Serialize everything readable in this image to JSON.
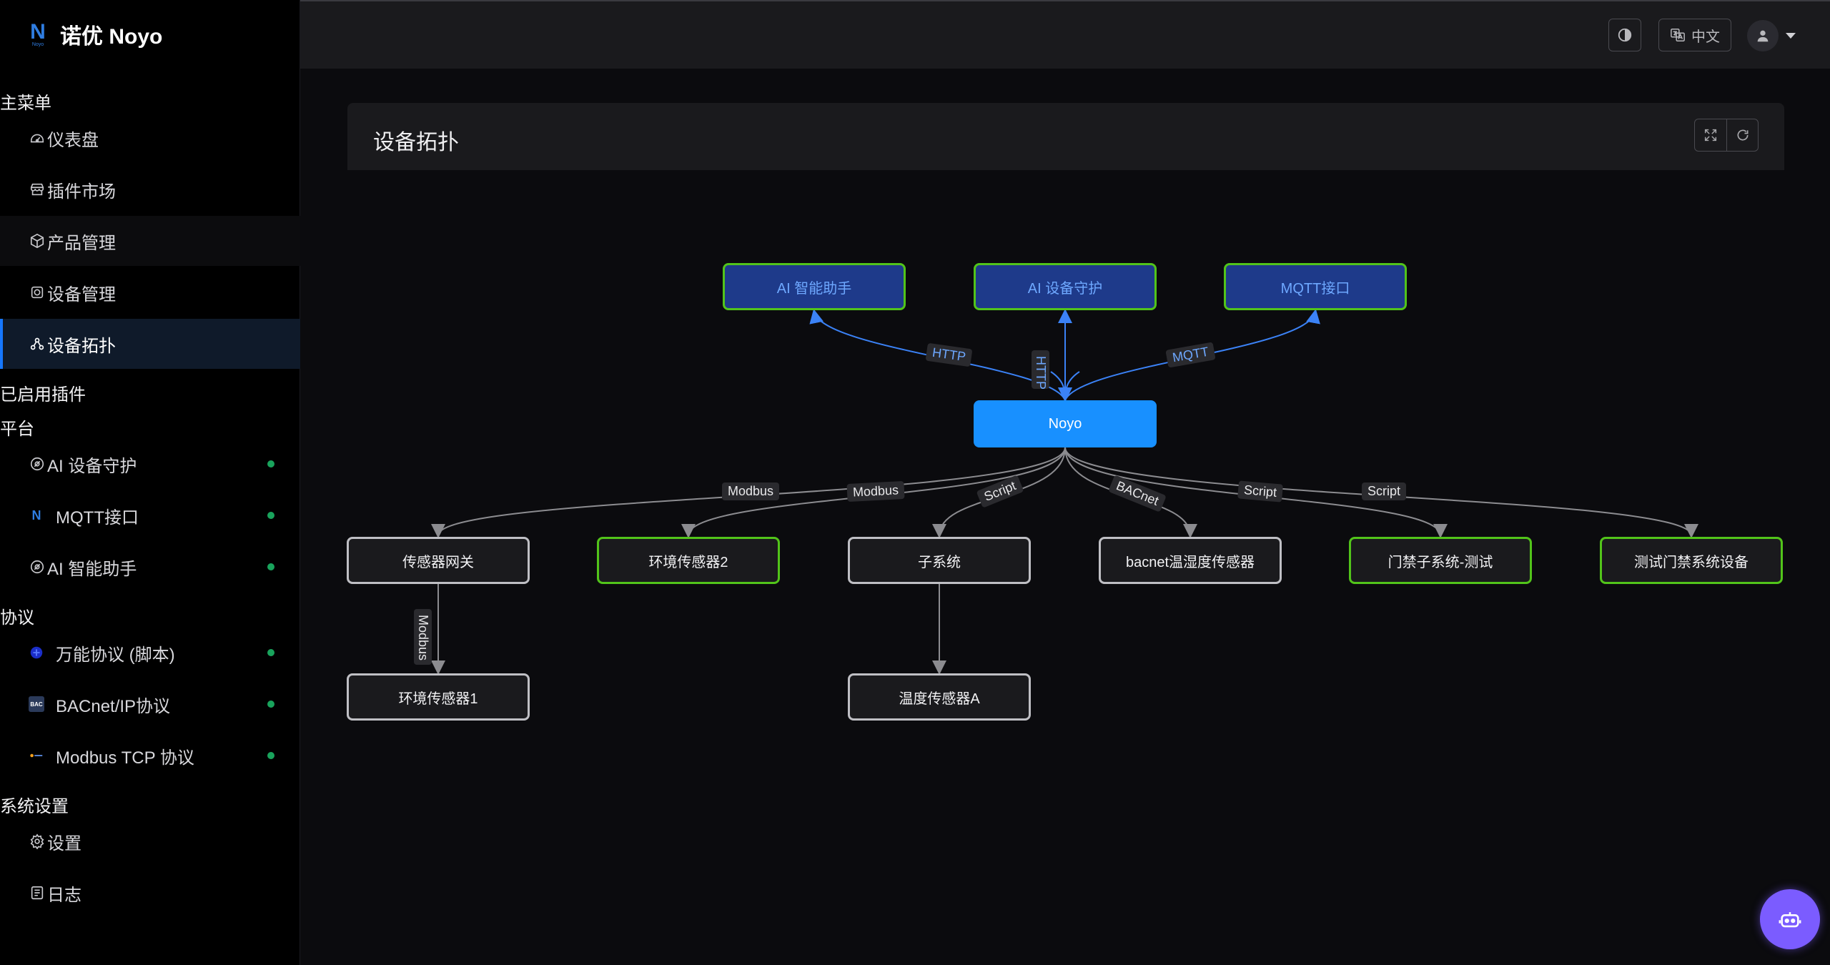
{
  "brand": {
    "logo_letter": "N",
    "logo_text": "Noyo",
    "name": "诺优 Noyo"
  },
  "sidebar": {
    "main_title": "主菜单",
    "main_items": [
      {
        "label": "仪表盘",
        "icon": "dashboard-icon"
      },
      {
        "label": "插件市场",
        "icon": "store-icon"
      },
      {
        "label": "产品管理",
        "icon": "box-icon"
      },
      {
        "label": "设备管理",
        "icon": "device-icon"
      },
      {
        "label": "设备拓扑",
        "icon": "topology-icon",
        "active": true
      }
    ],
    "plugins_title": "已启用插件",
    "platform_title": "平台",
    "platform_items": [
      {
        "label": "AI 设备守护",
        "status": "online"
      },
      {
        "label": "MQTT接口",
        "status": "online"
      },
      {
        "label": "AI 智能助手",
        "status": "online"
      }
    ],
    "protocol_title": "协议",
    "protocol_items": [
      {
        "label": "万能协议 (脚本)",
        "status": "online"
      },
      {
        "label": "BACnet/IP协议",
        "status": "online",
        "icon_text": "BAC"
      },
      {
        "label": "Modbus TCP 协议",
        "status": "online"
      }
    ],
    "system_title": "系统设置",
    "system_items": [
      {
        "label": "设置",
        "icon": "gear-icon"
      },
      {
        "label": "日志",
        "icon": "log-icon"
      }
    ]
  },
  "header": {
    "theme_icon": "theme-toggle-icon",
    "lang_label": "中文",
    "avatar_icon": "user-icon"
  },
  "page": {
    "title": "设备拓扑"
  },
  "topology": {
    "center": "Noyo",
    "plugins": [
      "AI 智能助手",
      "AI 设备守护",
      "MQTT接口"
    ],
    "plugin_edges": [
      "HTTP",
      "HTTP",
      "MQTT"
    ],
    "devices": [
      "传感器网关",
      "环境传感器2",
      "子系统",
      "bacnet温湿度传感器",
      "门禁子系统-测试",
      "测试门禁系统设备"
    ],
    "device_edges": [
      "Modbus",
      "Modbus",
      "Script",
      "BACnet",
      "Script",
      "Script"
    ],
    "sub_devices": [
      "环境传感器1",
      "温度传感器A"
    ],
    "sub_edges": [
      "Modbus"
    ],
    "colors": {
      "online_border": "#52c41a",
      "offline_border": "#bfbfc4",
      "plugin_fill": "#1e3a8a",
      "center_fill": "#1890ff",
      "plugin_edge": "#3b82f6",
      "device_edge": "#8c8c90"
    }
  },
  "fab": {
    "icon": "robot-icon"
  }
}
